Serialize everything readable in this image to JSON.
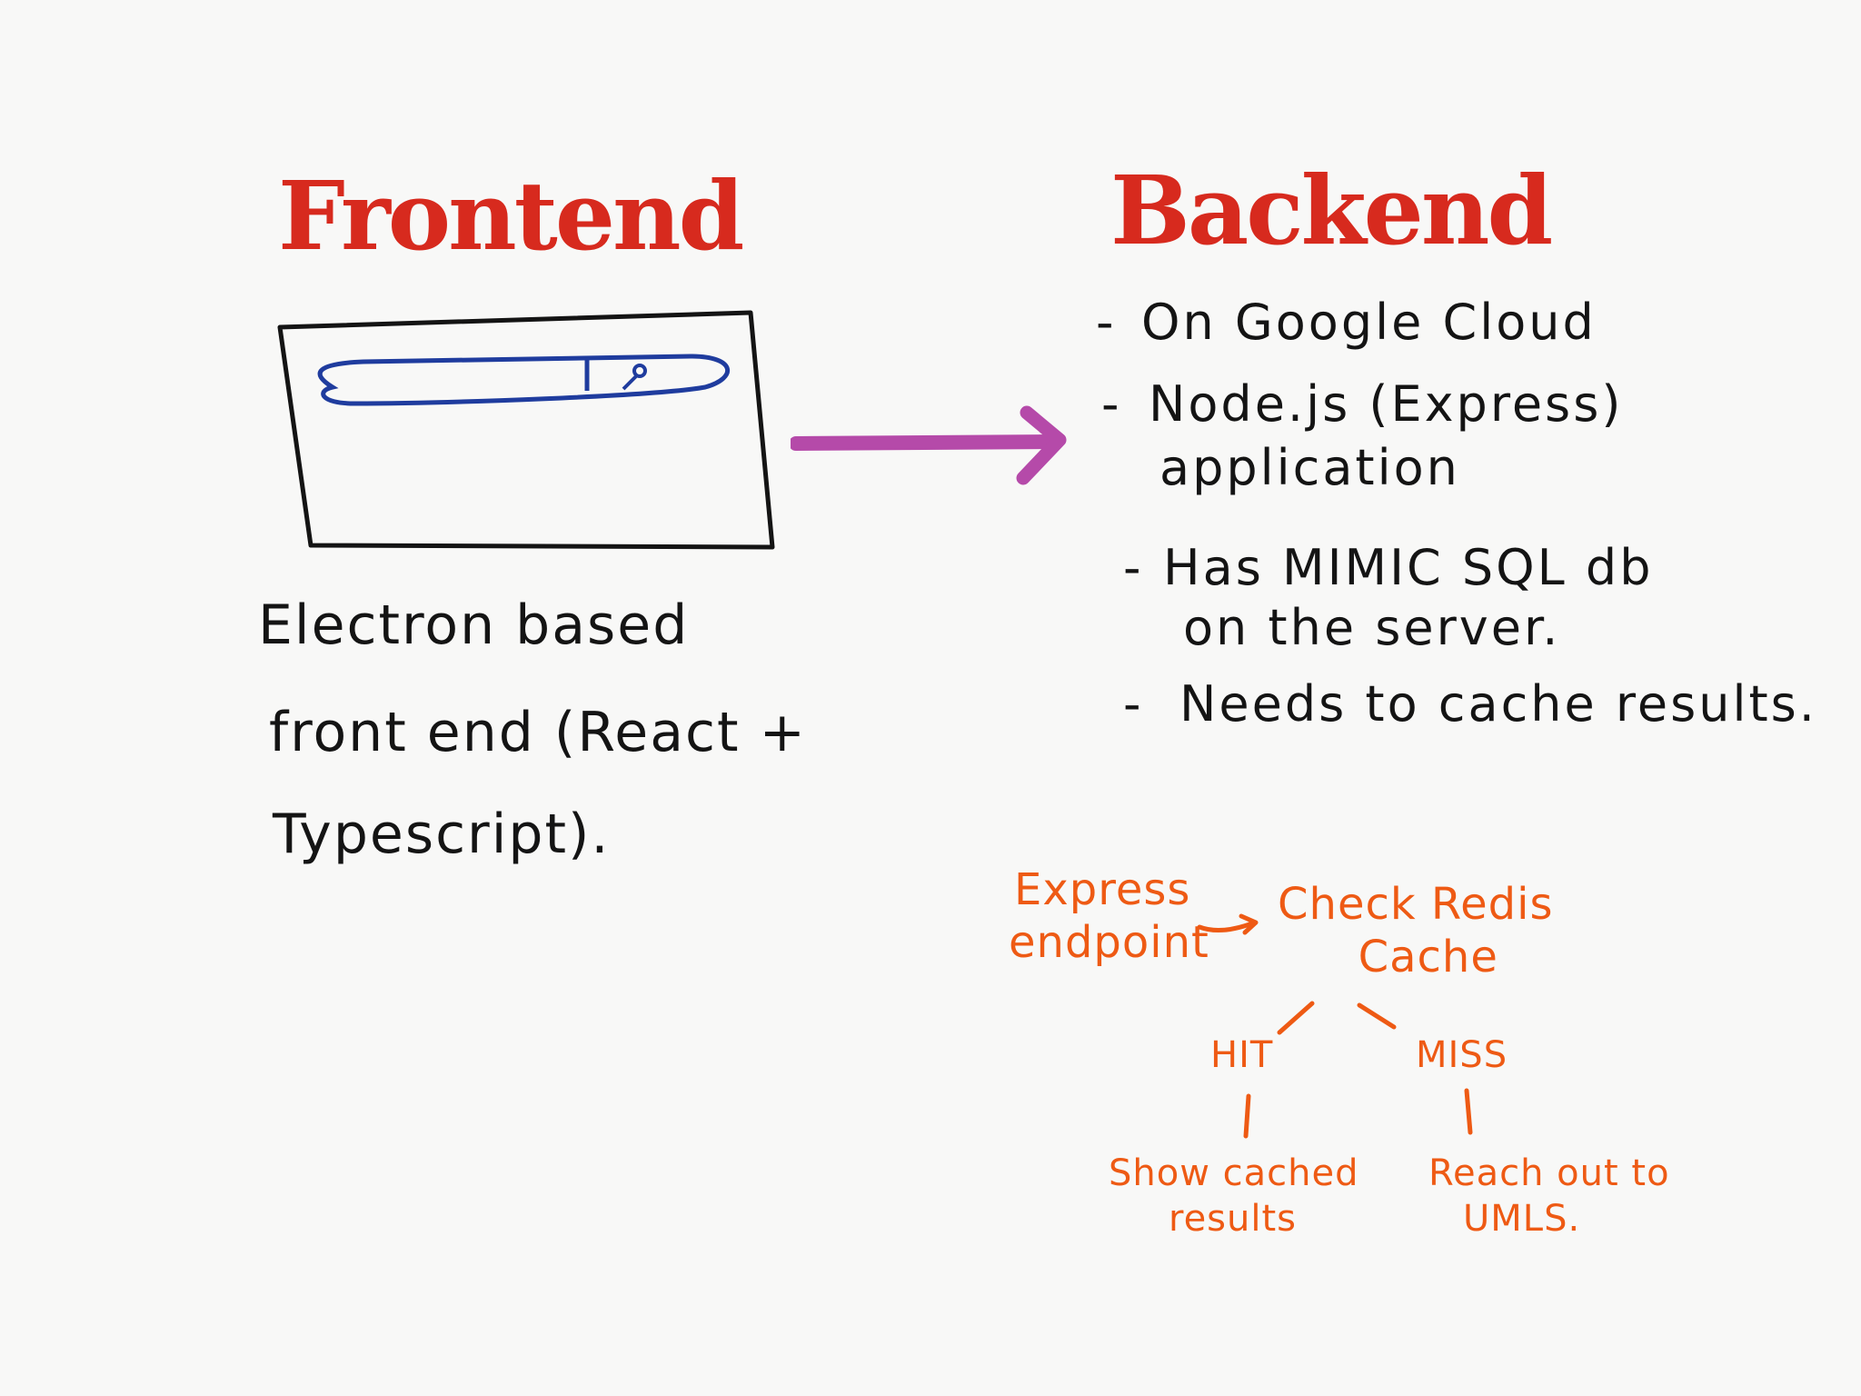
{
  "frontend": {
    "heading": "Frontend",
    "description_lines": [
      "Electron based",
      "front end (React +",
      "Typescript)."
    ]
  },
  "backend": {
    "heading": "Backend",
    "bullets": [
      {
        "lines": [
          "On Google Cloud"
        ]
      },
      {
        "lines": [
          "Node.js (Express)",
          "application"
        ]
      },
      {
        "lines": [
          "Has MIMIC SQL db",
          "on the server."
        ]
      },
      {
        "lines": [
          "Needs to cache results."
        ]
      }
    ]
  },
  "cache_flow": {
    "source_lines": [
      "Express",
      "endpoint"
    ],
    "check_lines": [
      "Check Redis",
      "Cache"
    ],
    "hit_label": "HIT",
    "miss_label": "MISS",
    "hit_action_lines": [
      "Show cached",
      "results"
    ],
    "miss_action_lines": [
      "Reach out to",
      "UMLS."
    ]
  },
  "colors": {
    "heading_red": "#d72a1e",
    "ink_black": "#141414",
    "searchbar_blue": "#1f3c9e",
    "arrow_magenta": "#b54aa9",
    "flow_orange": "#ee5a14"
  },
  "icons": {
    "frontend_window": "app-window-icon",
    "search_bar": "search-bar-icon",
    "search_magnifier": "search-icon",
    "main_arrow": "arrow-right-icon",
    "flow_arrow": "arrow-right-icon"
  }
}
